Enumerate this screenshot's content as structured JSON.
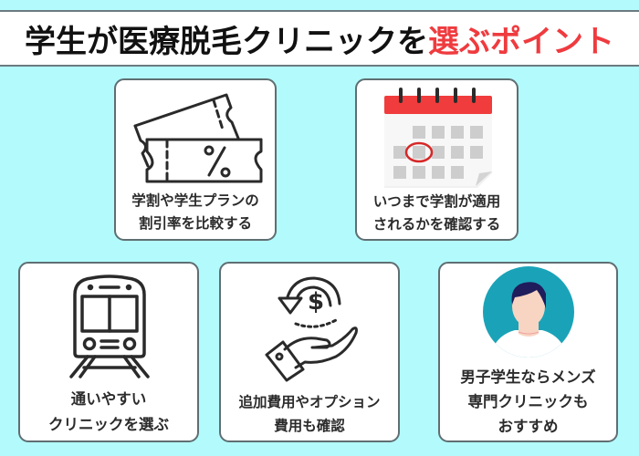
{
  "header": {
    "title_main": "学生が医療脱毛クリニックを",
    "title_accent": "選ぶポイント",
    "accent_color": "#ef3b3f"
  },
  "colors": {
    "background": "#b3fafd",
    "card_border": "#5f6e72",
    "calendar_red": "#f03c3c",
    "avatar_teal": "#1aa3b8",
    "hair_navy": "#1f1d5c",
    "skin": "#f8d5c2"
  },
  "cards": [
    {
      "icon": "ticket-percent-icon",
      "icon_text": "%",
      "lines": [
        "学割や学生プランの",
        "割引率を比較する"
      ]
    },
    {
      "icon": "calendar-icon",
      "lines": [
        "いつまで学割が適用",
        "されるかを確認する"
      ]
    },
    {
      "icon": "train-icon",
      "lines": [
        "通いやすい",
        "クリニックを選ぶ"
      ]
    },
    {
      "icon": "hand-money-icon",
      "icon_text": "$",
      "lines": [
        "追加費用やオプション",
        "費用も確認"
      ]
    },
    {
      "icon": "male-avatar-icon",
      "lines": [
        "男子学生ならメンズ",
        "専門クリニックも",
        "おすすめ"
      ]
    }
  ]
}
